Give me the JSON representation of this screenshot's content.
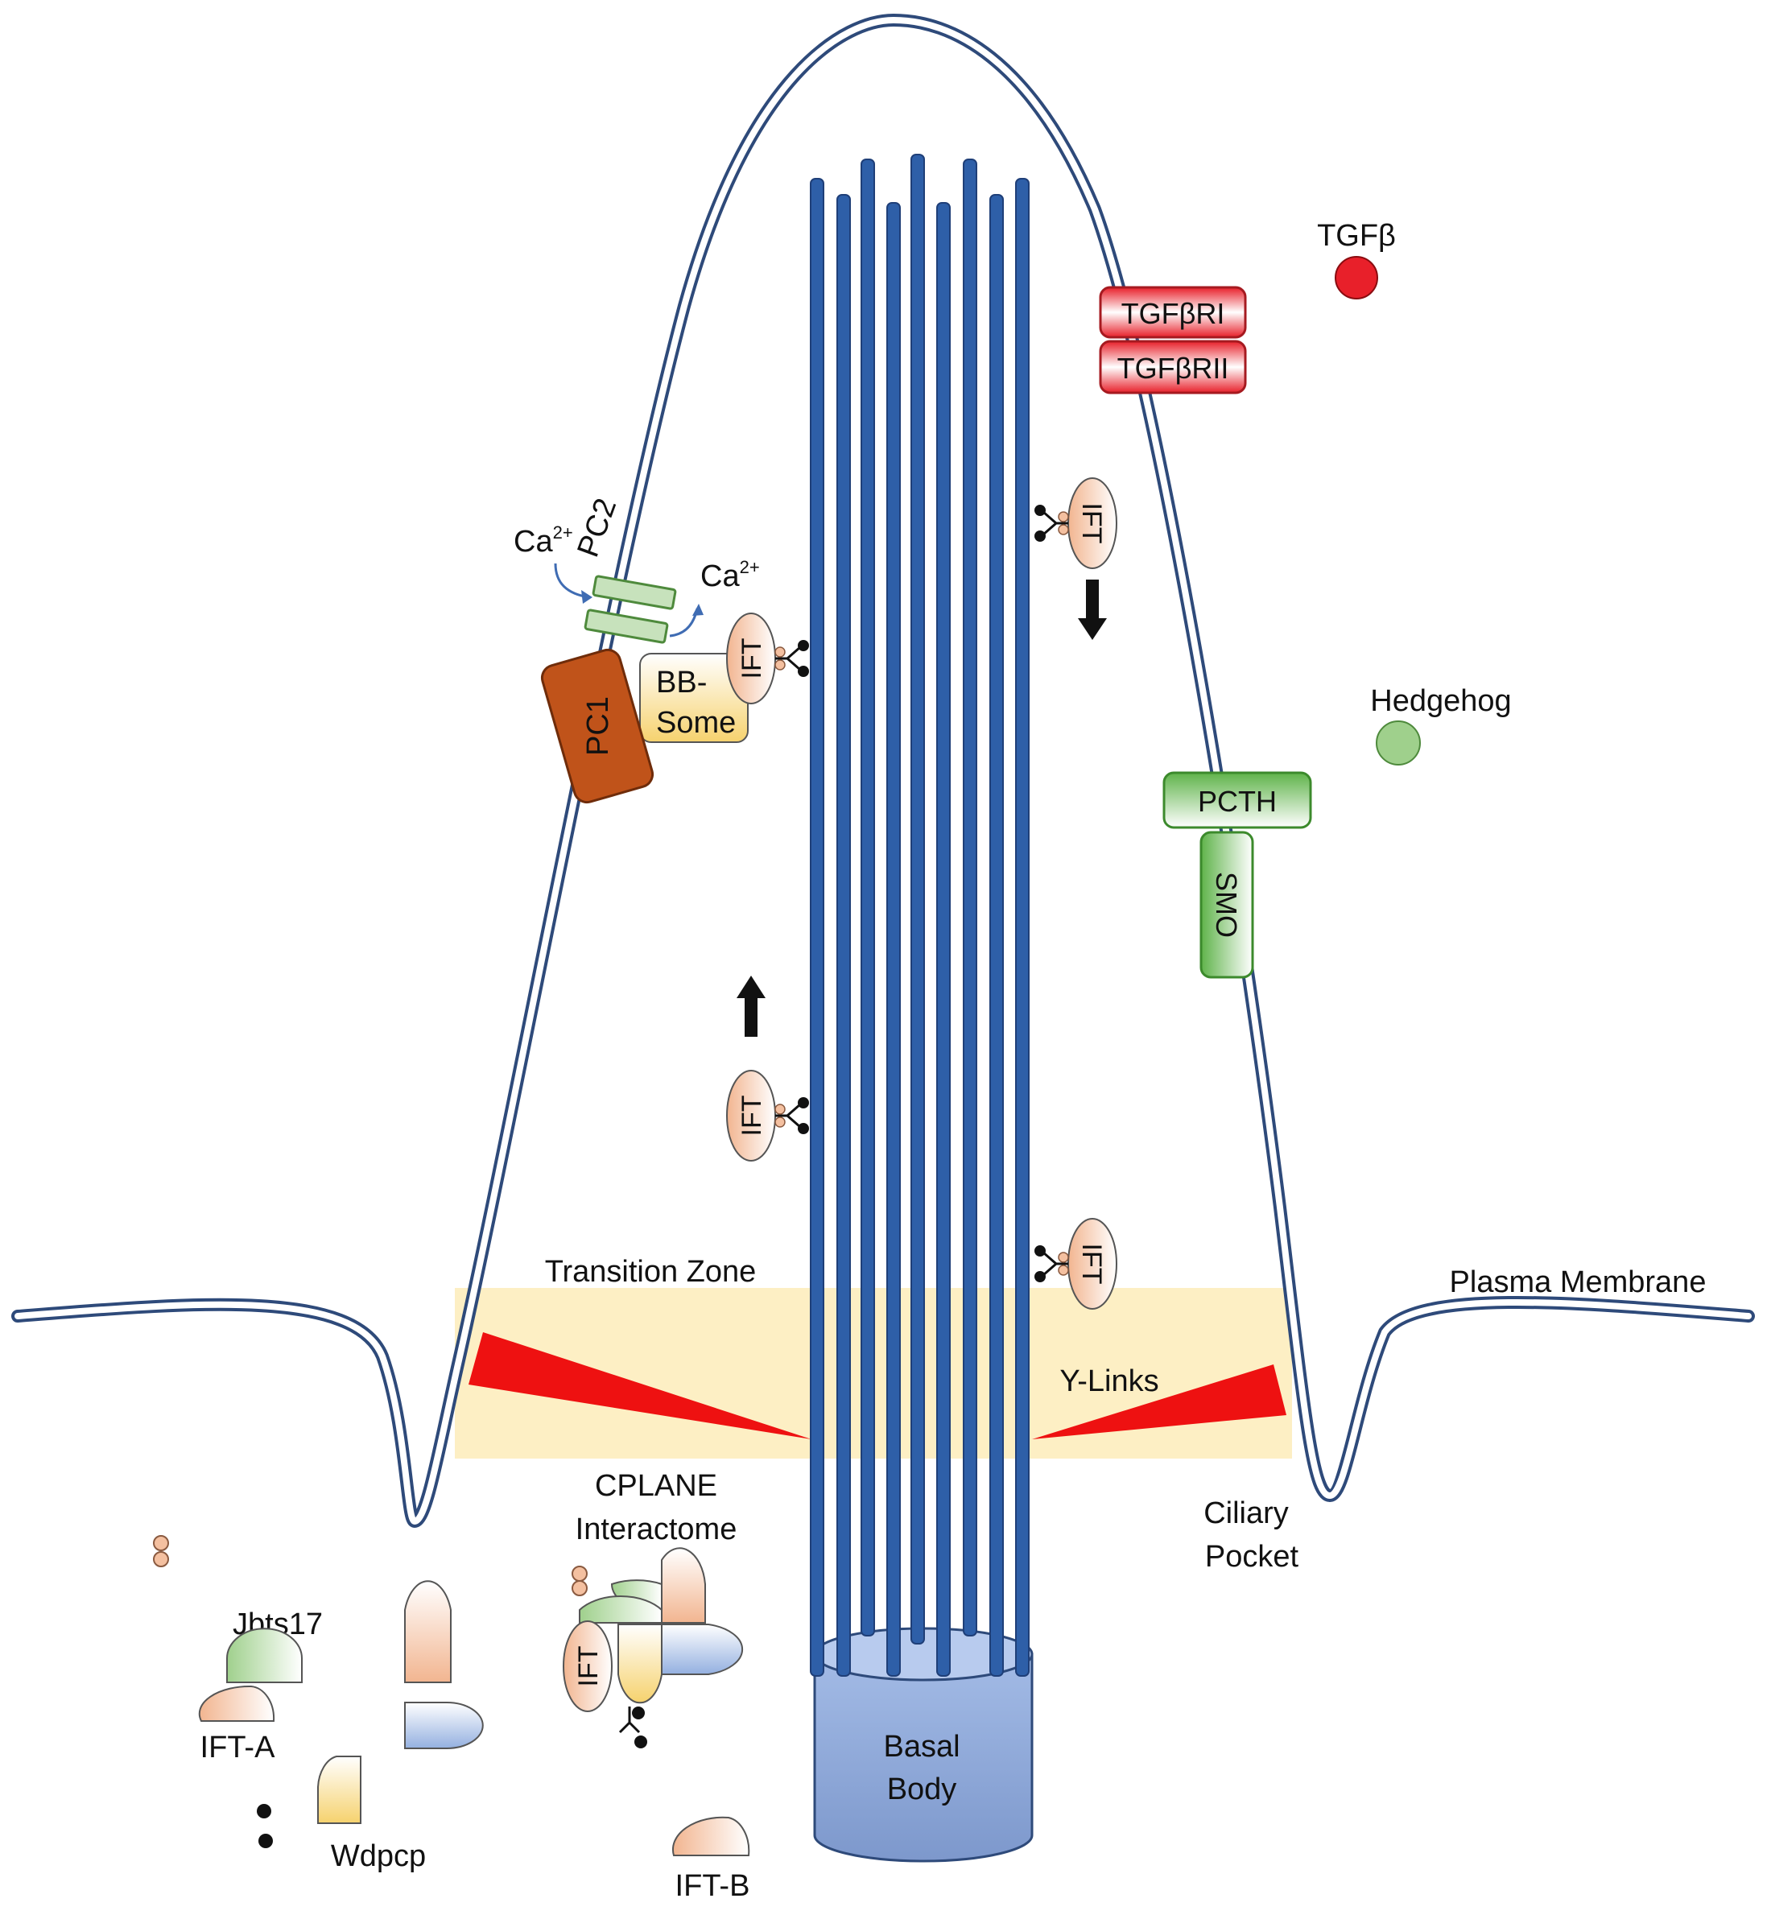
{
  "labels": {
    "tgfb": "TGFβ",
    "tgfbr1": "TGFβRI",
    "tgfbr2": "TGFβRII",
    "hedgehog": "Hedgehog",
    "ptch": "PCTH",
    "smo": "SMO",
    "pc1": "PC1",
    "pc2": "PC2",
    "bbsome_line1": "BB-",
    "bbsome_line2": "Some",
    "ca_in": "Ca",
    "ca_out": "Ca",
    "ca_sup": "2+",
    "ift": "IFT",
    "transition_zone": "Transition Zone",
    "plasma_membrane": "Plasma Membrane",
    "y_links": "Y-Links",
    "ciliary_pocket_line1": "Ciliary",
    "ciliary_pocket_line2": "Pocket",
    "cplane_line1": "CPLANE",
    "cplane_line2": "Interactome",
    "basal_body_line1": "Basal",
    "basal_body_line2": "Body",
    "jbts17": "Jbts17",
    "ift_a": "IFT-A",
    "ift_b": "IFT-B",
    "wdpcp": "Wdpcp"
  },
  "colors": {
    "membrane": "#2e4a7a",
    "microtubule": "#2e5fa8",
    "basal_body": "#8ea9db",
    "transition_zone": "#fdefc4",
    "y_links": "#ee1111",
    "tgf_red": "#e8202a",
    "hedgehog_green": "#9fd08c",
    "pc1_brown": "#c0531a",
    "ift_peach": "#f4c0a0"
  },
  "icons": [
    "arrow-up-icon",
    "arrow-down-icon",
    "ca-curved-arrow-icon",
    "phospho-dot-icon"
  ]
}
